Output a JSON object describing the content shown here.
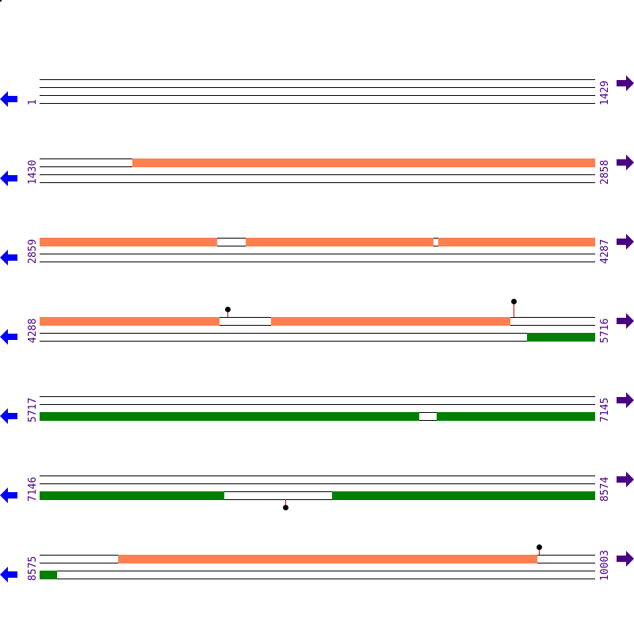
{
  "colors": {
    "orange": "#ff7f50",
    "green": "#007f00",
    "line": "#000000",
    "label": "#4b0082",
    "left_arrow": "#0000ff",
    "right_arrow": "#4b0082",
    "marker_stem": "#e00000",
    "marker_head": "#000000"
  },
  "rows": [
    {
      "start_label": "1",
      "end_label": "1429"
    },
    {
      "start_label": "1430",
      "end_label": "2858"
    },
    {
      "start_label": "2859",
      "end_label": "4287"
    },
    {
      "start_label": "4288",
      "end_label": "5716"
    },
    {
      "start_label": "5717",
      "end_label": "7145"
    },
    {
      "start_label": "7146",
      "end_label": "8574"
    },
    {
      "start_label": "8575",
      "end_label": "10003"
    }
  ],
  "icons": {
    "left": "left-arrow-icon",
    "right": "right-arrow-icon"
  }
}
